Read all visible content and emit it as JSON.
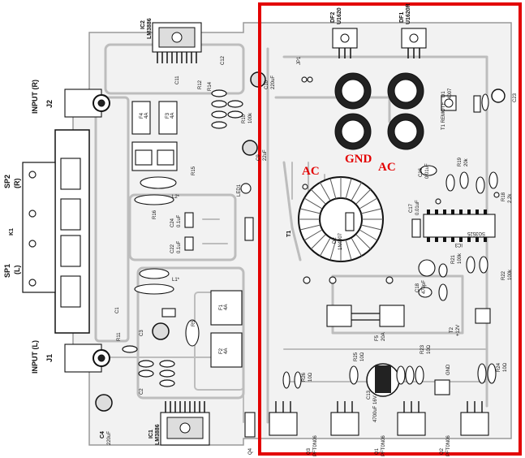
{
  "highlight": {
    "color": "#e30000"
  },
  "annotations": {
    "ac_left": "AC",
    "gnd": "GND",
    "ac_right": "AC"
  },
  "labels": {
    "ic2": "IC2",
    "ic2_type": "LM3886",
    "ic1": "IC1",
    "ic1_type": "LM3886",
    "df2": "DF2",
    "df2_type": "U1620",
    "df1": "DF1",
    "df1_type": "U1620R",
    "input_r": "INPUT (R)",
    "j2": "J2",
    "input_l": "INPUT (L)",
    "j1": "J1",
    "sp2": "SP2",
    "sp2_ch": "(R)",
    "sp1": "SP1",
    "sp1_ch": "(L)",
    "k1": "K1",
    "t1": "T1",
    "t1_remote": "T1 REMOTE",
    "d2": "D2",
    "d2_type": "1N4007",
    "ic3": "IC3",
    "ic3_type": "SG3525",
    "c4": "C4",
    "c4_val": "220uF",
    "c10": "C10",
    "c10_val": "220uF",
    "c13": "C13",
    "c13_val": "4700uF 16V",
    "c23": "C23",
    "c24": "C24",
    "c24_val": "0.1uF",
    "c22": "C22",
    "c22_val": "0.1uF",
    "c9": "C9",
    "c9_val": "22uF",
    "c17": "C17",
    "c17_val": "0.01uF",
    "c18": "C18",
    "c18_val": "470pF",
    "c16": "C16",
    "c16_val": "0.01uF",
    "d1": "D1",
    "d1_type": "4007",
    "r18": "R18",
    "r18_val": "2.2k",
    "r19": "R19",
    "r19_val": "20k",
    "r21": "R21",
    "r21_val": "100k",
    "r22": "R22",
    "r22_val": "100k",
    "r23": "R23",
    "r23_val": "10Ω",
    "r24": "R24",
    "r24_val": "10Ω",
    "r25": "R25",
    "r25_val": "10Ω",
    "r26": "R26",
    "r26_val": "10Ω",
    "r10": "R10",
    "r10_val": "100k",
    "q1": "Q1",
    "q1_type": "PFT0N06",
    "q2": "Q2",
    "q2_type": "PFT0N06",
    "q3": "Q3",
    "q3_type": "PFT0N06",
    "q4": "Q4",
    "f1": "F1",
    "f1_val": "4A",
    "f2": "F2",
    "f2_val": "4A",
    "f3": "F3",
    "f3_val": "4A",
    "f4": "F4",
    "f4_val": "4A",
    "f5": "F5",
    "f5_val": "20A",
    "l1": "L1*",
    "l2": "L2*",
    "led1": "LED1",
    "jp1": "JP1",
    "t2": "T2",
    "gnd_pad": "GND",
    "v12": "+12V",
    "r5": "R5",
    "r15": "R15",
    "r16": "R16",
    "c11": "C11",
    "c12": "C12",
    "c1": "C1",
    "c2": "C2",
    "c3": "C3",
    "r11": "R11",
    "r12": "R12",
    "r14": "R14"
  }
}
